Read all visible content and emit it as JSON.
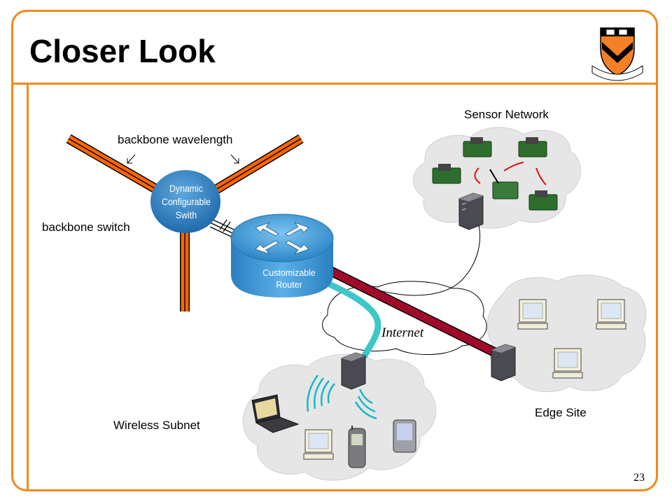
{
  "slide": {
    "title": "Closer Look",
    "page_number": "23"
  },
  "labels": {
    "backbone_wavelength": "backbone wavelength",
    "backbone_switch": "backbone switch",
    "sensor_network": "Sensor Network",
    "edge_site": "Edge Site",
    "wireless_subnet": "Wireless Subnet",
    "internet": "Internet"
  },
  "switch": {
    "line1": "Dynamic",
    "line2": "Configurable",
    "line3": "Swith"
  },
  "router": {
    "line1": "Customizable",
    "line2": "Router"
  },
  "colors": {
    "accent_orange": "#f08a1c",
    "backbone_orange": "#ff6600",
    "switch_blue": "#1e78b8",
    "router_blue": "#3a9ad9",
    "maroon_link": "#a00a2a",
    "cyan_link": "#3cc8c8",
    "cloud_fill": "#e6e6e6"
  },
  "logo": {
    "icon": "princeton-shield-icon"
  }
}
